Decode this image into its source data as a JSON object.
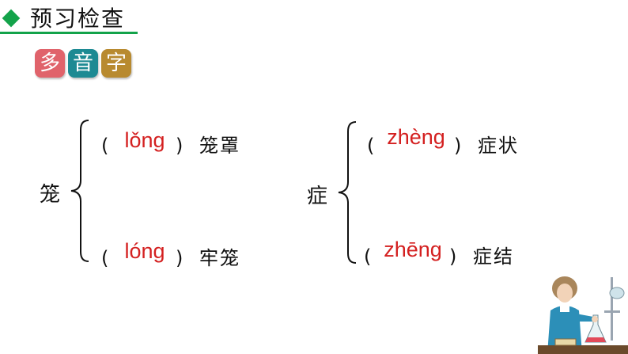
{
  "header": {
    "title": "预习检查"
  },
  "badges": [
    "多",
    "音",
    "字"
  ],
  "colors": {
    "accent": "#13a34a",
    "pinyin": "#d42020",
    "badge_1": "#e0636b",
    "badge_2": "#1d8a93",
    "badge_3": "#b88a2f"
  },
  "groups": [
    {
      "char": "笼",
      "items": [
        {
          "pinyin": "lǒng",
          "word": "笼罩"
        },
        {
          "pinyin": "lóng",
          "word": "牢笼"
        }
      ]
    },
    {
      "char": "症",
      "items": [
        {
          "pinyin": "zhèng",
          "word": "症状"
        },
        {
          "pinyin": "zhēng",
          "word": "症结"
        }
      ]
    }
  ],
  "punct": {
    "open": "(",
    "close": ")"
  }
}
